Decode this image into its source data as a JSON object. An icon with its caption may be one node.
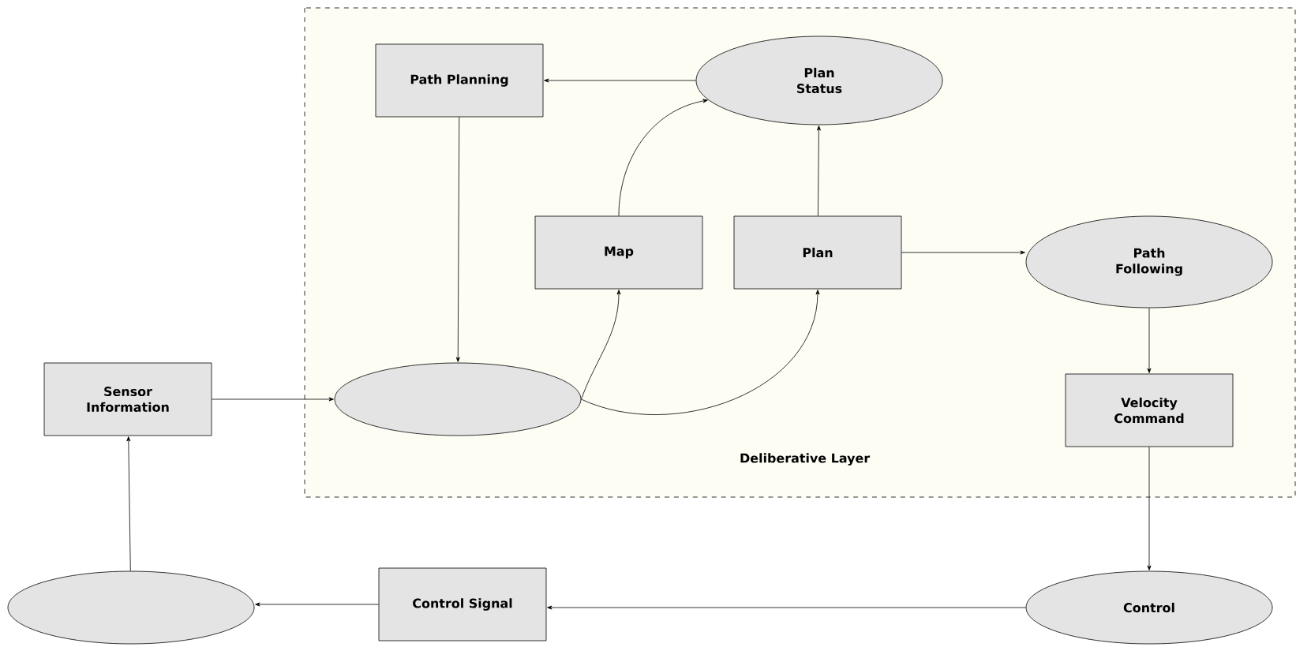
{
  "diagram": {
    "nodes": [
      {
        "text": [
          "Deliberative Layer"
        ]
      },
      {
        "text": [
          "Path Planning"
        ],
        "in": 0
      },
      {
        "text": [
          "Plan Status"
        ],
        "in": 0
      },
      {
        "text": [
          "Map"
        ],
        "in": 0
      },
      {
        "text": [
          "Plan"
        ],
        "in": 0
      },
      {
        "text": [
          "Path Following"
        ],
        "in": 0
      },
      {
        "text": [
          "Sensor Information"
        ]
      },
      {
        "text": [],
        "shape": "ellipse",
        "in": 0
      },
      {
        "text": [
          "Velocity Command"
        ],
        "in": 0
      },
      {
        "text": [],
        "shape": "ellipse"
      },
      {
        "text": [
          "Control Signal"
        ]
      },
      {
        "text": [
          "Control"
        ]
      }
    ],
    "edges": [
      {
        "from": 2,
        "to": 1,
        "arrow": "to"
      },
      {
        "from": 1,
        "to": 7,
        "arrow": "to"
      },
      {
        "from": 7,
        "to": 3,
        "arrow": "to"
      },
      {
        "from": 3,
        "to": 2,
        "arrow": "to"
      },
      {
        "from": 4,
        "to": 2,
        "arrow": "to"
      },
      {
        "from": 7,
        "to": 4,
        "arrow": "to"
      },
      {
        "from": 4,
        "to": 5,
        "arrow": "to"
      },
      {
        "from": 5,
        "to": 8,
        "arrow": "to"
      },
      {
        "from": 6,
        "to": 7,
        "arrow": "to"
      },
      {
        "from": 8,
        "to": 11,
        "arrow": "to"
      },
      {
        "from": 11,
        "to": 10,
        "arrow": "to"
      },
      {
        "from": 10,
        "to": 9,
        "arrow": "to"
      },
      {
        "from": 9,
        "to": 6,
        "arrow": "to"
      }
    ]
  }
}
